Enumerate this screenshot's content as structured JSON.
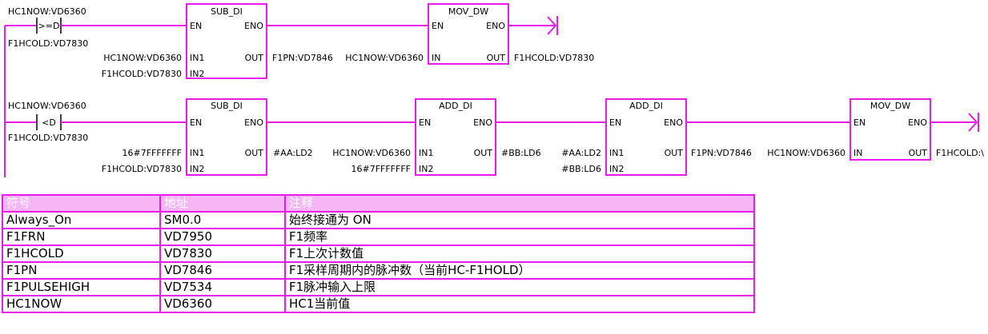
{
  "network1": {
    "contact": {
      "top_label": "HC1NOW:VD6360",
      "symbol": ">=D",
      "bottom_label": "F1HCOLD:VD7830"
    },
    "box1": {
      "title": "SUB_DI",
      "en": "EN",
      "eno": "ENO",
      "in1": "IN1",
      "in2": "IN2",
      "out": "OUT",
      "in1_value": "HC1NOW:VD6360",
      "in2_value": "F1HCOLD:VD7830",
      "out_value": "F1PN:VD7846"
    },
    "box2": {
      "title": "MOV_DW",
      "en": "EN",
      "eno": "ENO",
      "in": "IN",
      "out": "OUT",
      "in_value": "HC1NOW:VD6360",
      "out_value": "F1HCOLD:VD7830"
    }
  },
  "network2": {
    "contact": {
      "top_label": "HC1NOW:VD6360",
      "symbol": "<D",
      "bottom_label": "F1HCOLD:VD7830"
    },
    "box1": {
      "title": "SUB_DI",
      "en": "EN",
      "eno": "ENO",
      "in1": "IN1",
      "in2": "IN2",
      "out": "OUT",
      "in1_value": "16#7FFFFFFF",
      "in2_value": "F1HCOLD:VD7830",
      "out_value": "#AA:LD2"
    },
    "box2": {
      "title": "ADD_DI",
      "en": "EN",
      "eno": "ENO",
      "in1": "IN1",
      "in2": "IN2",
      "out": "OUT",
      "in1_value": "HC1NOW:VD6360",
      "in2_value": "16#7FFFFFFF",
      "out_value": "#BB:LD6"
    },
    "box3": {
      "title": "ADD_DI",
      "en": "EN",
      "eno": "ENO",
      "in1": "IN1",
      "in2": "IN2",
      "out": "OUT",
      "in1_value": "#AA:LD2",
      "in2_value": "#BB:LD6",
      "out_value": "F1PN:VD7846"
    },
    "box4": {
      "title": "MOV_DW",
      "en": "EN",
      "eno": "ENO",
      "in": "IN",
      "out": "OUT",
      "in_value": "HC1NOW:VD6360",
      "out_value": "F1HCOLD:\\"
    }
  },
  "symbol_table": {
    "headers": [
      "符号",
      "地址",
      "注释"
    ],
    "rows": [
      [
        "Always_On",
        "SM0.0",
        "始终接通为 ON"
      ],
      [
        "F1FRN",
        "VD7950",
        "F1频率"
      ],
      [
        "F1HCOLD",
        "VD7830",
        "F1上次计数值"
      ],
      [
        "F1PN",
        "VD7846",
        "F1采样周期内的脉冲数（当前HC-F1HOLD）"
      ],
      [
        "F1PULSEHIGH",
        "VD7534",
        "F1脉冲输入上限"
      ],
      [
        "HC1NOW",
        "VD6360",
        "HC1当前值"
      ]
    ]
  },
  "colors": {
    "wire": "#e81ce8",
    "header_bg": "#f6b6f6",
    "text": "#000000"
  }
}
